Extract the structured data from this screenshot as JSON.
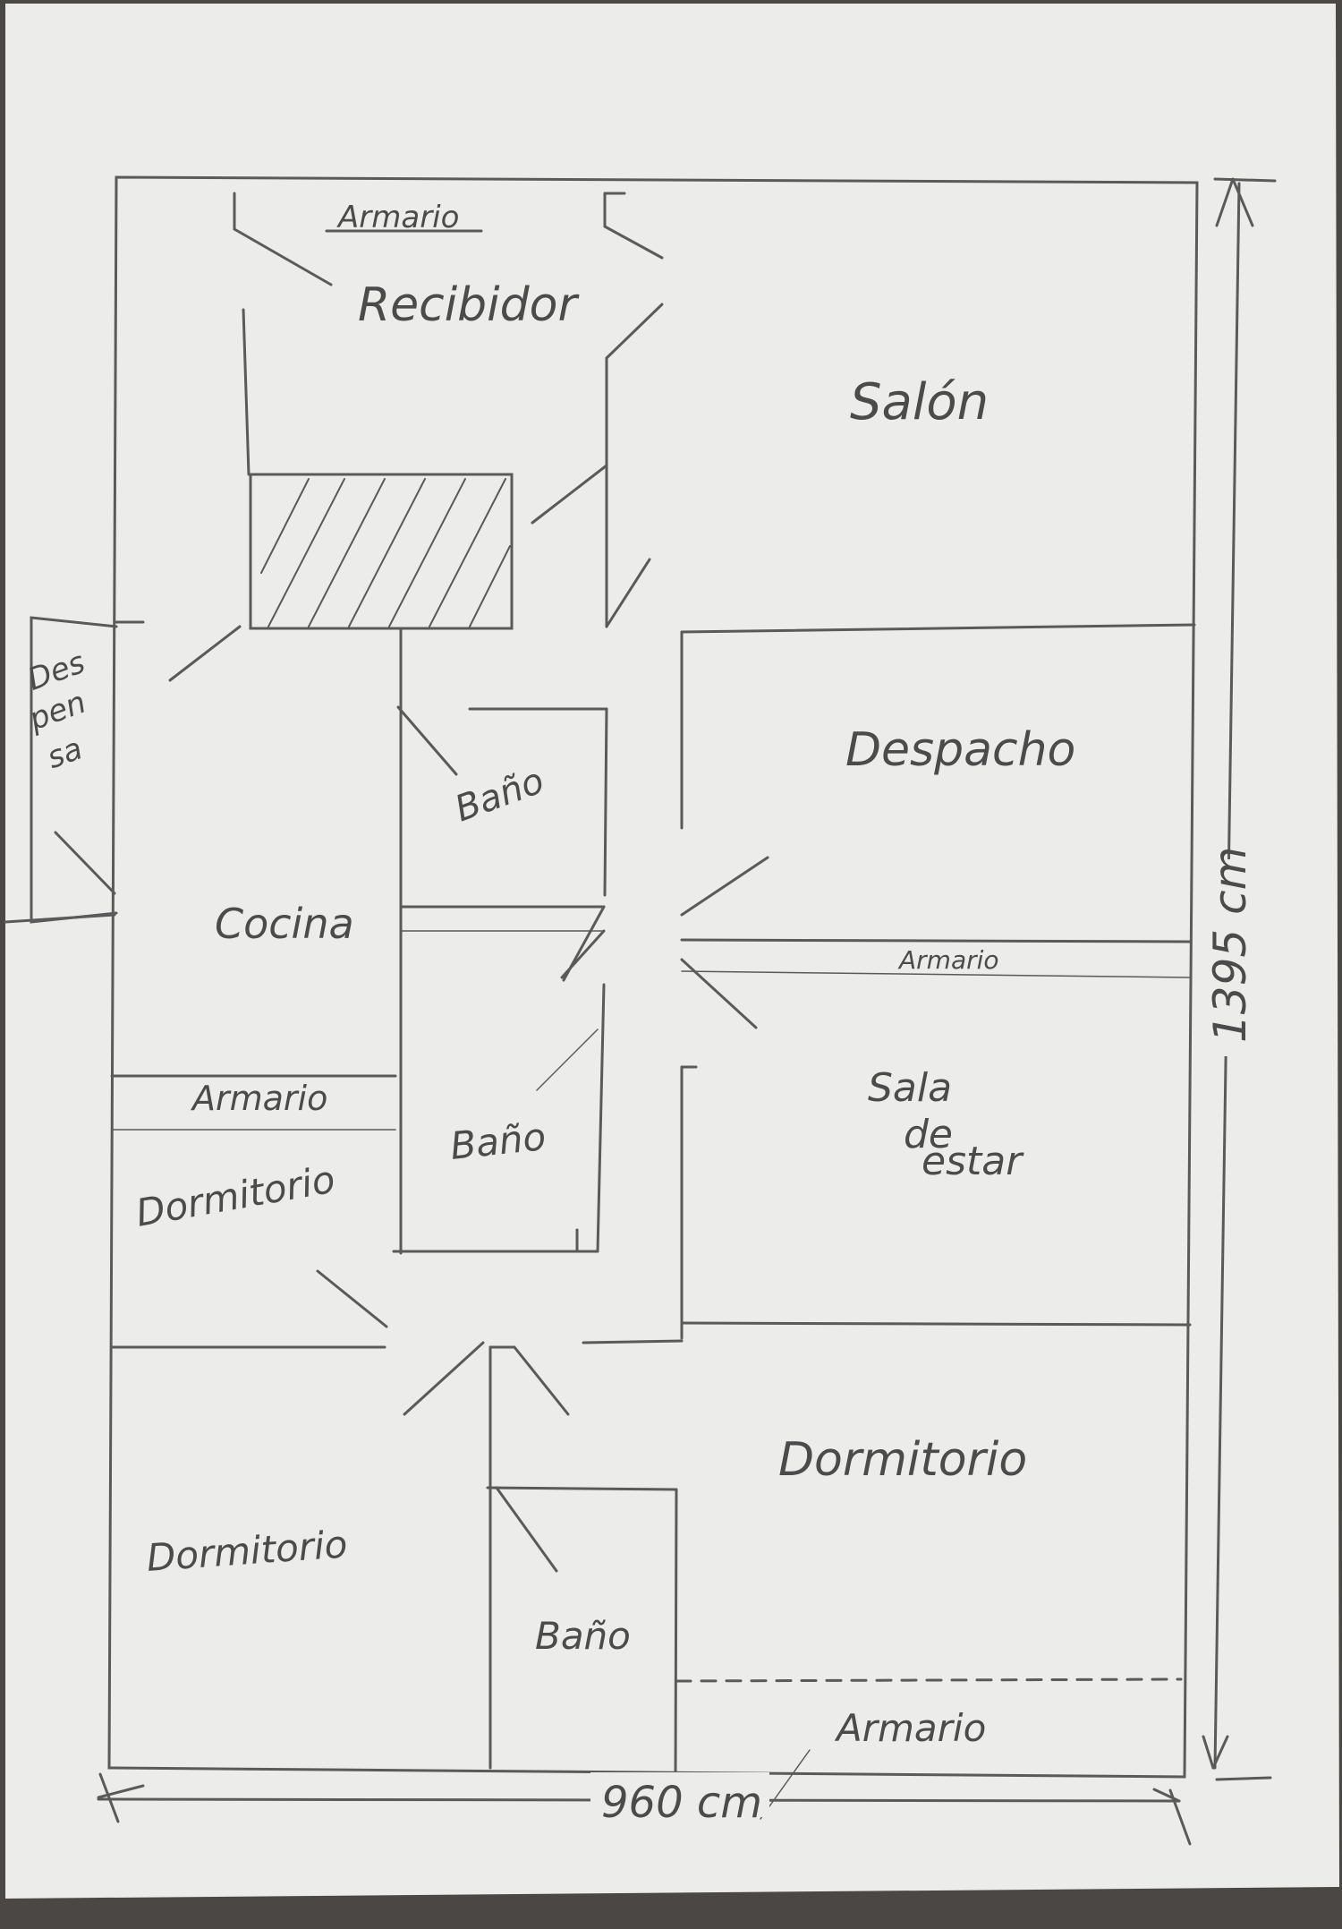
{
  "rooms": {
    "armario_top": "Armario",
    "recibidor": "Recibidor",
    "salon": "Salón",
    "despensa_1": "Des",
    "despensa_2": "pen",
    "despensa_3": "sa",
    "bano_1": "Baño",
    "despacho": "Despacho",
    "cocina": "Cocina",
    "armario_mid": "Armario",
    "armario_left": "Armario",
    "bano_2": "Baño",
    "dormitorio_left": "Dormitorio",
    "sala_1": "Sala",
    "sala_2": "de",
    "sala_3": "estar",
    "dormitorio_right": "Dormitorio",
    "dormitorio_bottom_left": "Dormitorio",
    "bano_3": "Baño",
    "armario_bottom": "Armario"
  },
  "dimensions": {
    "height": "1395 cm",
    "width": "960 cm"
  },
  "colors": {
    "background": "#4a4744",
    "paper": "#ecedea",
    "pencil": "#5a5a5a"
  }
}
